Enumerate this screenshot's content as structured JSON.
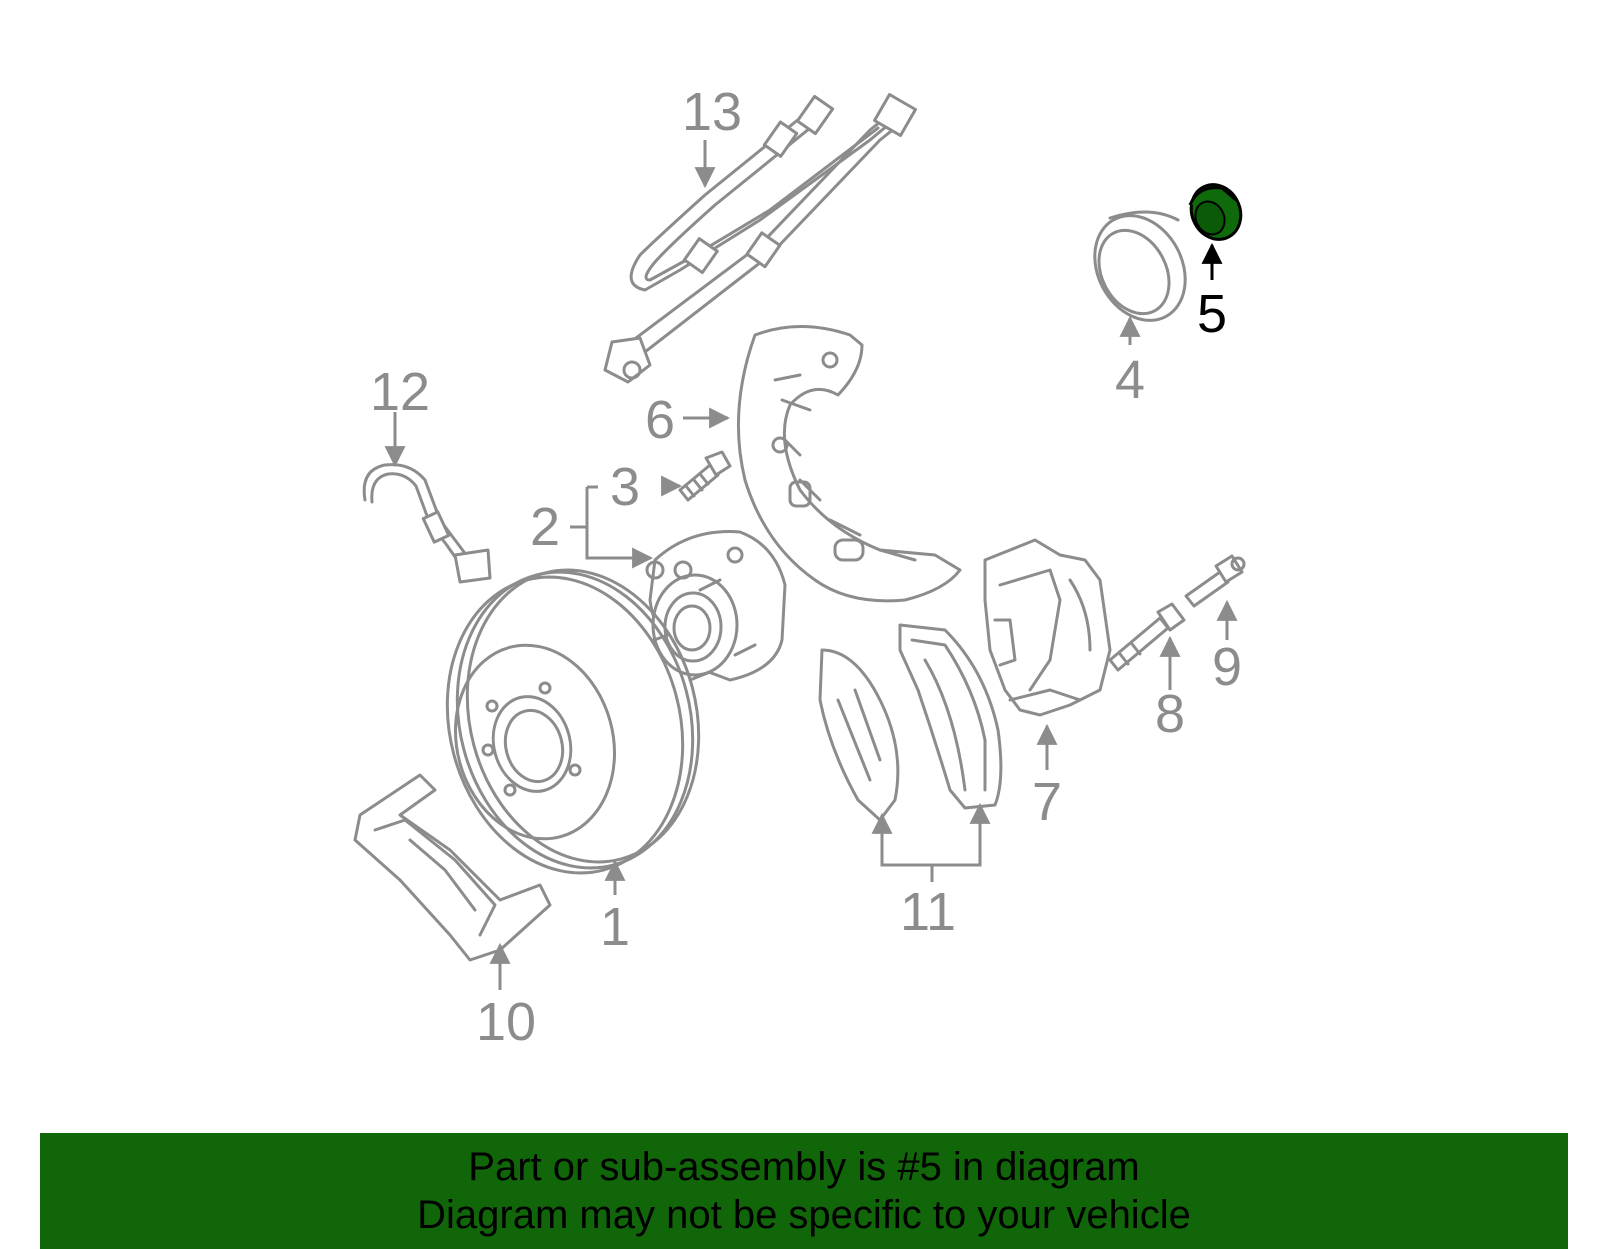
{
  "diagram": {
    "highlighted_part": "5",
    "highlight_color": "#0e6a0a",
    "callouts": {
      "c1": "1",
      "c2": "2",
      "c3": "3",
      "c4": "4",
      "c5": "5",
      "c6": "6",
      "c7": "7",
      "c8": "8",
      "c9": "9",
      "c10": "10",
      "c11": "11",
      "c12": "12",
      "c13": "13"
    }
  },
  "footer": {
    "line1": "Part or sub-assembly is #5 in diagram",
    "line2": "Diagram may not be specific to your vehicle",
    "background": "#116609"
  }
}
